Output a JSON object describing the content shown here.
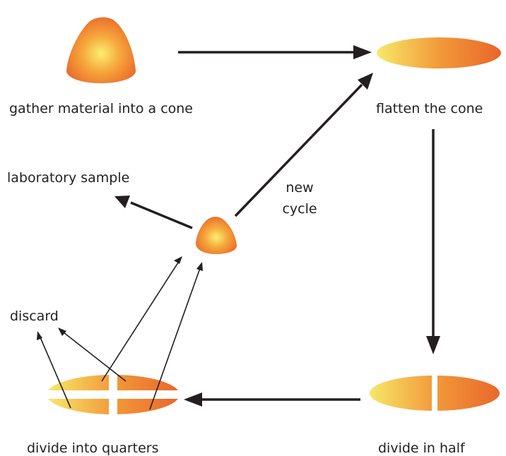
{
  "labels": {
    "gather": "gather material into a cone",
    "flatten": "flatten the cone",
    "lab_sample": "laboratory sample",
    "new_cycle_1": "new",
    "new_cycle_2": "cycle",
    "discard": "discard",
    "quarters": "divide into quarters",
    "half": "divide in half"
  },
  "colors": {
    "gradient_light": "#f7e96a",
    "gradient_dark": "#e8662a",
    "cone_center": "#fbee72",
    "cone_mid": "#f6a83c",
    "arrow": "#231f20",
    "text": "#231f20"
  }
}
